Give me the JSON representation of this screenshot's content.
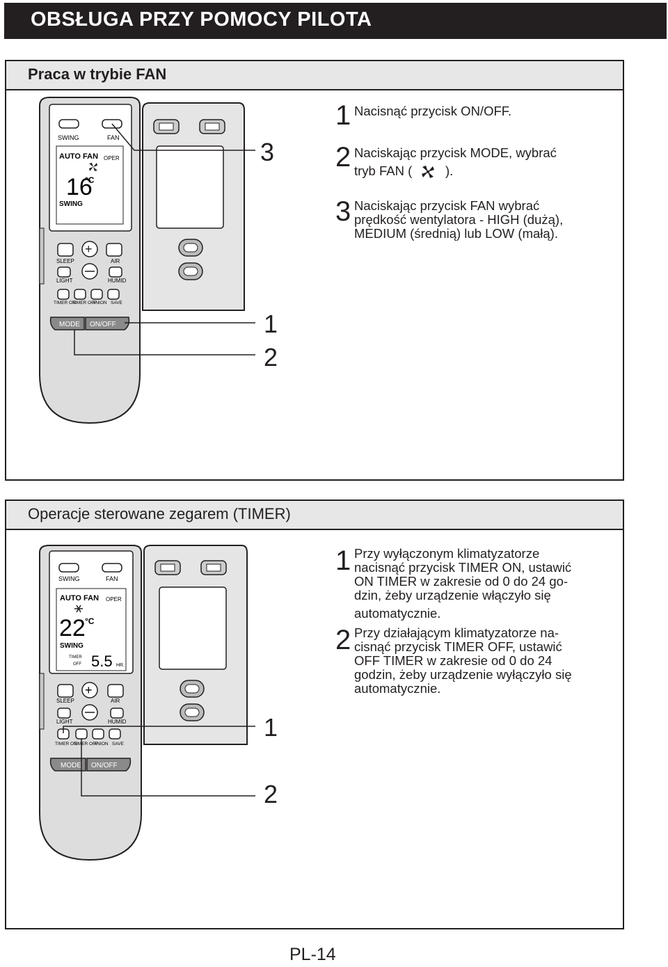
{
  "header": {
    "title": "OBSŁUGA PRZY POMOCY PILOTA"
  },
  "fan_section": {
    "title": "Praca w trybie FAN",
    "steps": [
      {
        "num": "1",
        "lines": [
          "Nacisnąć przycisk ON/OFF."
        ]
      },
      {
        "num": "2",
        "lines": [
          "Naciskając przycisk MODE, wybrać",
          "tryb FAN (",
          ")."
        ]
      },
      {
        "num": "3",
        "lines": [
          "Naciskając przycisk FAN wybrać",
          "prędkość wentylatora - HIGH (dużą),",
          "MEDIUM (średnią) lub LOW (małą)."
        ]
      }
    ],
    "callouts": {
      "c3": "3",
      "c1": "1",
      "c2": "2"
    },
    "remote": {
      "swing_top": "SWING",
      "fan": "FAN",
      "auto_fan": "AUTO FAN",
      "oper": "OPER",
      "temp": "16",
      "unit": "°C",
      "swing_bottom": "SWING",
      "sleep": "SLEEP",
      "air": "AIR",
      "light": "LIGHT",
      "humid": "HUMID",
      "timer_on": "TIMER ON",
      "timer_off": "TIMER OFF",
      "anion": "ANION",
      "save": "SAVE",
      "mode": "MODE",
      "onoff": "ON/OFF"
    }
  },
  "timer_section": {
    "title": "Operacje sterowane zegarem (TIMER)",
    "steps": [
      {
        "num": "1",
        "lines": [
          "Przy wyłączonym klimatyzatorze",
          "nacisnąć przycisk TIMER ON, ustawić",
          "ON TIMER w zakresie od 0 do 24 go-",
          "dzin, żeby urządzenie włączyło się",
          "automatycznie."
        ]
      },
      {
        "num": "2",
        "lines": [
          "Przy działającym klimatyzatorze na-",
          "cisnąć przycisk TIMER OFF, ustawić",
          "OFF TIMER w zakresie od 0 do 24",
          "godzin, żeby urządzenie wyłączyło się",
          "automatycznie."
        ]
      }
    ],
    "callouts": {
      "c1": "1",
      "c2": "2"
    },
    "remote": {
      "swing_top": "SWING",
      "fan": "FAN",
      "auto_fan": "AUTO FAN",
      "oper": "OPER",
      "temp": "22",
      "unit": "°C",
      "swing_bottom": "SWING",
      "timer_label": "TIMER",
      "off_label": "OFF",
      "timer_value": "5.5",
      "hr": "HR.",
      "sleep": "SLEEP",
      "air": "AIR",
      "light": "LIGHT",
      "humid": "HUMID",
      "timer_on": "TIMER ON",
      "timer_off": "TIMER OFF",
      "anion": "ANION",
      "save": "SAVE",
      "mode": "MODE",
      "onoff": "ON/OFF"
    }
  },
  "footer": {
    "page": "PL-14"
  }
}
